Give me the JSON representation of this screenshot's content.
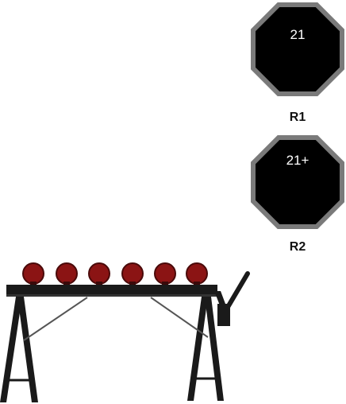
{
  "targets": [
    {
      "value": "21",
      "label": "R1"
    },
    {
      "value": "21+",
      "label": "R2"
    }
  ],
  "colors": {
    "octagon_fill": "#000000",
    "octagon_border": "#7a7a7a",
    "plate": "#8b1414",
    "frame": "#1a1a1a"
  },
  "illustration": {
    "name": "plate-rack-target",
    "plate_count": 6
  }
}
